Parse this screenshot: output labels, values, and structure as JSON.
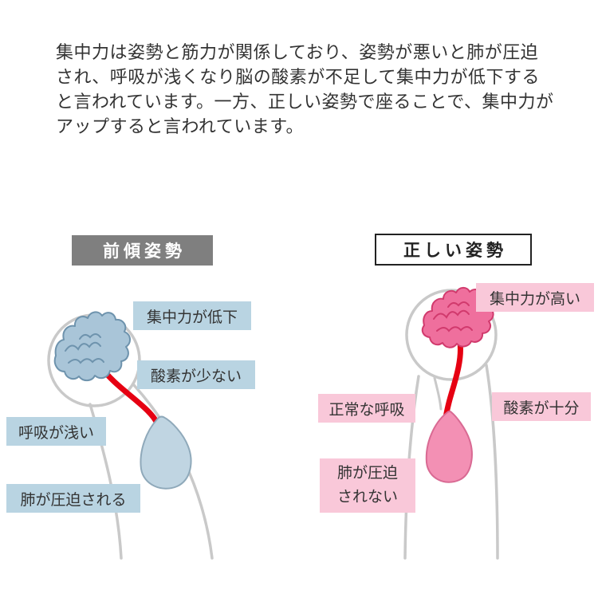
{
  "intro": {
    "lines": [
      "集中力は姿勢と筋力が関係しており、姿勢が悪いと肺が圧迫",
      "され、呼吸が浅くなり脳の酸素が不足して集中力が低下する",
      "と言われています。一方、正しい姿勢で座ることで、集中力が",
      "アップすると言われています。"
    ]
  },
  "bad_posture": {
    "title": "前傾姿勢",
    "labels": {
      "concentration": "集中力が低下",
      "oxygen": "酸素が少ない",
      "breathing": "呼吸が浅い",
      "lungs": "肺が圧迫される"
    }
  },
  "good_posture": {
    "title": "正しい姿勢",
    "labels": {
      "concentration": "集中力が高い",
      "breathing": "正常な呼吸",
      "oxygen": "酸素が十分",
      "lungs_line1": "肺が圧迫",
      "lungs_line2": "されない"
    }
  },
  "theme": {
    "text_color": "#333333",
    "bad_header_bg": "#7f7f7f",
    "bad_header_text": "#ffffff",
    "bad_label_bg": "#b9d4e2",
    "bad_brain_fill": "#a9c5d8",
    "bad_brain_line": "#6e93ad",
    "bad_lung_fill": "#c0d5e2",
    "bad_lung_line": "#8fa9ba",
    "good_header_bg": "#ffffff",
    "good_header_border": "#222222",
    "good_header_text": "#222222",
    "good_label_bg": "#f9c8d9",
    "good_brain_fill": "#ef6f9d",
    "good_brain_line": "#d13a6d",
    "good_lung_fill": "#f390b4",
    "good_lung_line": "#d96a93",
    "airway_color": "#e60012",
    "outline_color": "#c9c9c9"
  }
}
